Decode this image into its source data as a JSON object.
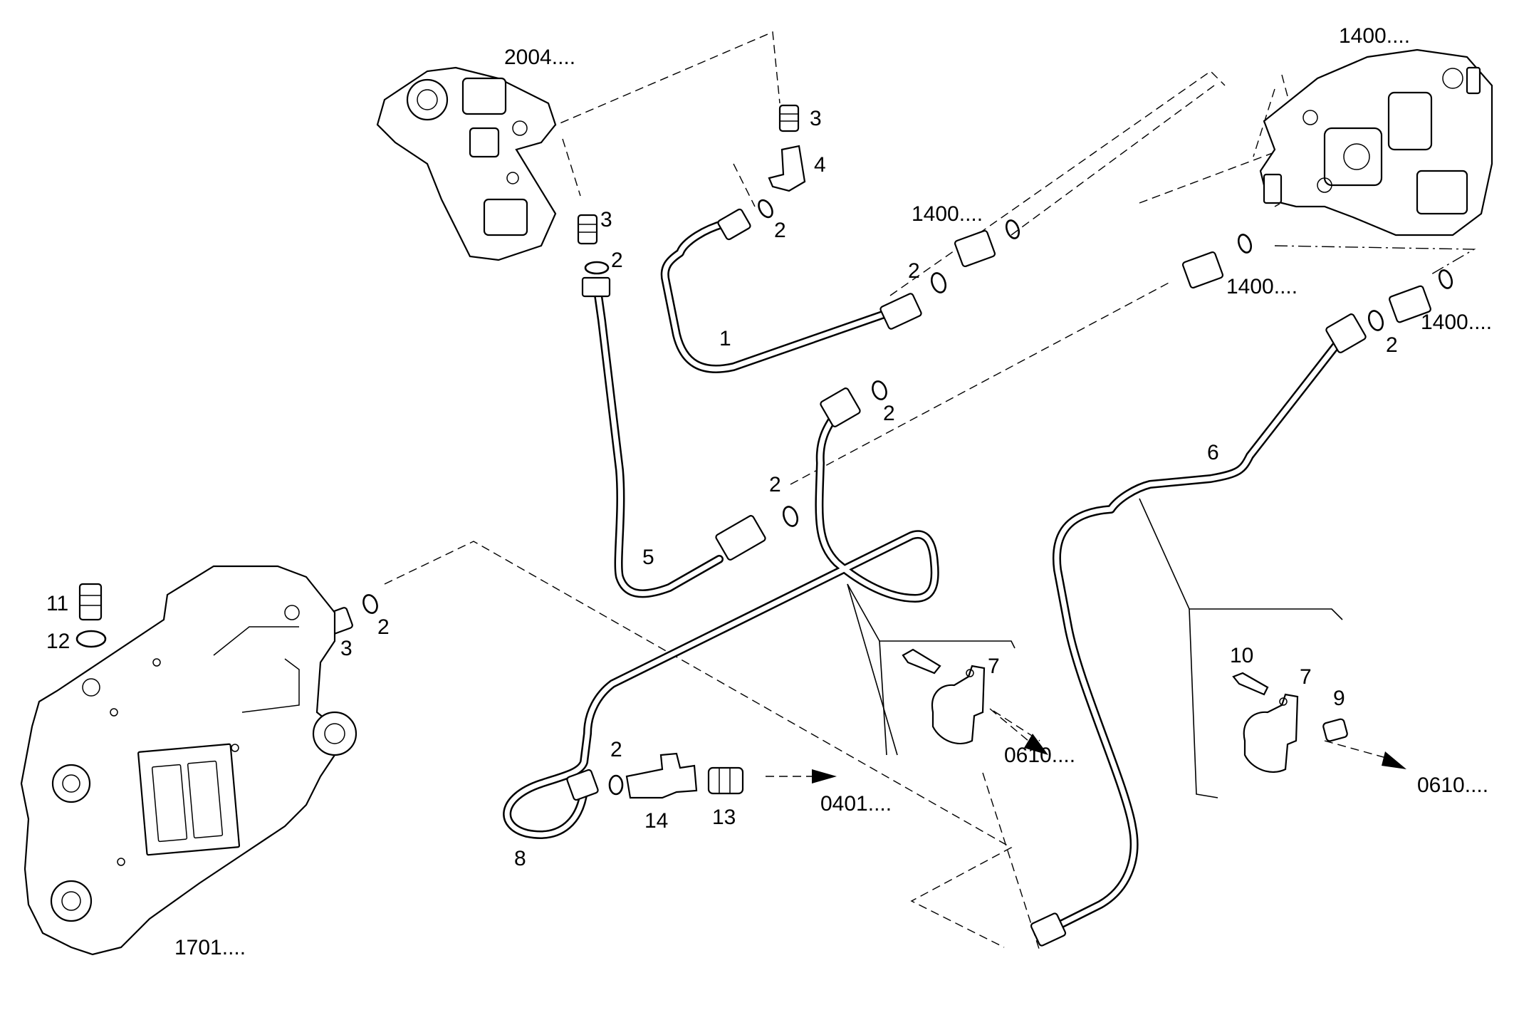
{
  "labels": {
    "ref_2004": "2004....",
    "ref_1400_top": "1400....",
    "ref_1400_a": "1400....",
    "ref_1400_b": "1400....",
    "ref_1400_c": "1400....",
    "ref_1701": "1701....",
    "ref_0401": "0401....",
    "ref_0610_a": "0610....",
    "ref_0610_b": "0610....",
    "n1": "1",
    "n2_a": "2",
    "n2_b": "2",
    "n2_c": "2",
    "n2_d": "2",
    "n2_e": "2",
    "n2_f": "2",
    "n2_g": "2",
    "n2_h": "2",
    "n3_a": "3",
    "n3_b": "3",
    "n3_c": "3",
    "n4": "4",
    "n5": "5",
    "n6": "6",
    "n7_a": "7",
    "n7_b": "7",
    "n8": "8",
    "n9": "9",
    "n10": "10",
    "n11": "11",
    "n12": "12",
    "n13": "13",
    "n14": "14"
  }
}
